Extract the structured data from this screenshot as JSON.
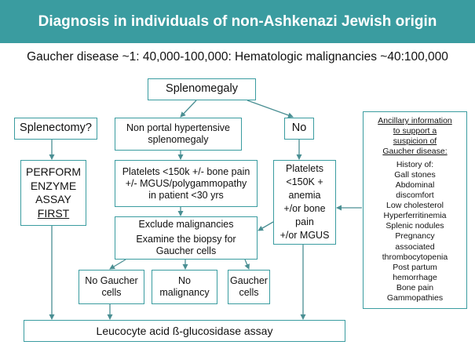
{
  "colors": {
    "banner": "#3a9ca0",
    "border": "#3a9ca0",
    "arrow": "#4a8f93"
  },
  "banner": {
    "title": "Diagnosis in individuals of non-Ashkenazi Jewish origin"
  },
  "subtitle": "Gaucher disease ~1: 40,000-100,000: Hematologic malignancies ~40:100,000",
  "nodes": {
    "splenomegaly": "Splenomegaly",
    "splenectomy": "Splenectomy?",
    "non_portal": [
      "Non portal hypertensive",
      "splenomegaly"
    ],
    "no": "No",
    "perform": [
      "PERFORM",
      "ENZYME",
      "ASSAY",
      "FIRST"
    ],
    "platelets_left": [
      "Platelets <150k +/- bone pain",
      "+/- MGUS/polygammopathy",
      "in patient <30 yrs"
    ],
    "platelets_right": [
      "Platelets",
      "<150K +",
      "anemia",
      "+/or bone",
      "pain",
      "+/or MGUS"
    ],
    "exclude": [
      "Exclude malignancies",
      "Examine the biopsy for",
      "Gaucher cells"
    ],
    "no_gaucher": [
      "No Gaucher",
      "cells"
    ],
    "no_malignancy": [
      "No",
      "malignancy"
    ],
    "gaucher_cells": [
      "Gaucher",
      "cells"
    ],
    "leucocyte": "Leucocyte acid ß-glucosidase assay"
  },
  "ancillary": {
    "heading": [
      "Ancillary information",
      "to support a",
      "suspicion of",
      "Gaucher disease:"
    ],
    "items": [
      "History of:",
      "Gall stones",
      "Abdominal",
      "discomfort",
      "Low cholesterol",
      "Hyperferritinemia",
      "Splenic nodules",
      "Pregnancy",
      "associated",
      "thrombocytopenia",
      "Post partum",
      "hemorrhage",
      "Bone pain",
      "Gammopathies"
    ]
  }
}
